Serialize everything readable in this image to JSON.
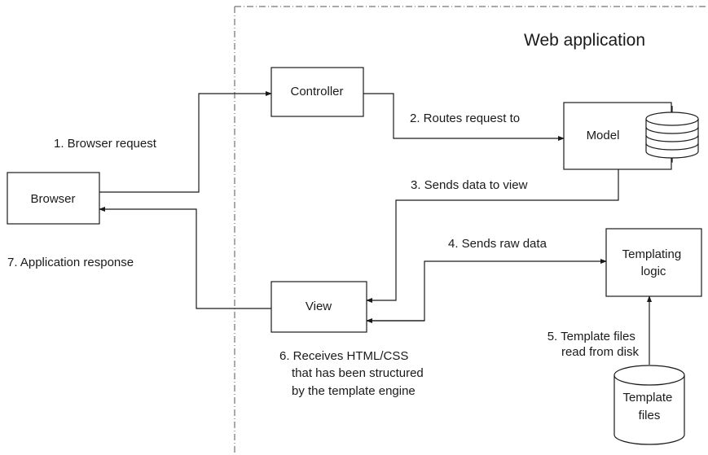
{
  "title": "Web application",
  "nodes": {
    "browser": "Browser",
    "controller": "Controller",
    "model": "Model",
    "view": "View",
    "templating": [
      "Templating",
      "logic"
    ],
    "template_files": [
      "Template",
      "files"
    ]
  },
  "steps": {
    "s1": "1. Browser request",
    "s2": "2. Routes request to",
    "s3": "3. Sends data to view",
    "s4": "4. Sends raw data",
    "s5": [
      "5. Template files",
      "read from disk"
    ],
    "s6": [
      "6. Receives HTML/CSS",
      "that has been structured",
      "by the template engine"
    ],
    "s7": "7. Application response"
  }
}
